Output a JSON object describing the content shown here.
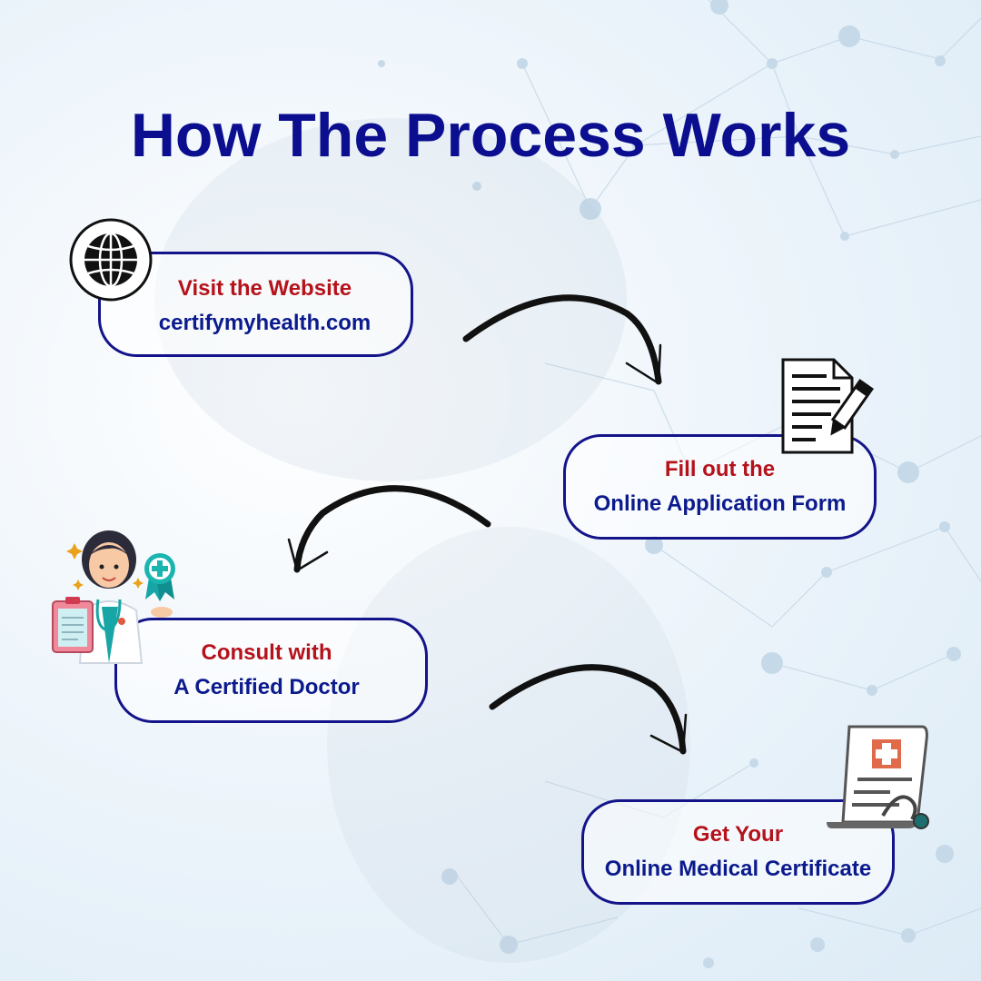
{
  "title": "How The Process Works",
  "steps": [
    {
      "line1": "Visit the Website",
      "line2": "certifymyhealth.com"
    },
    {
      "line1": "Fill out the",
      "line2": "Online Application Form"
    },
    {
      "line1": "Consult with",
      "line2": "A Certified Doctor"
    },
    {
      "line1": "Get Your",
      "line2": "Online Medical Certificate"
    }
  ],
  "colors": {
    "title": "#0b0f8f",
    "accent_red": "#b5121b",
    "border": "#14148a"
  },
  "icons": [
    "globe-icon",
    "document-pen-icon",
    "doctor-illustration",
    "medical-certificate-icon"
  ]
}
